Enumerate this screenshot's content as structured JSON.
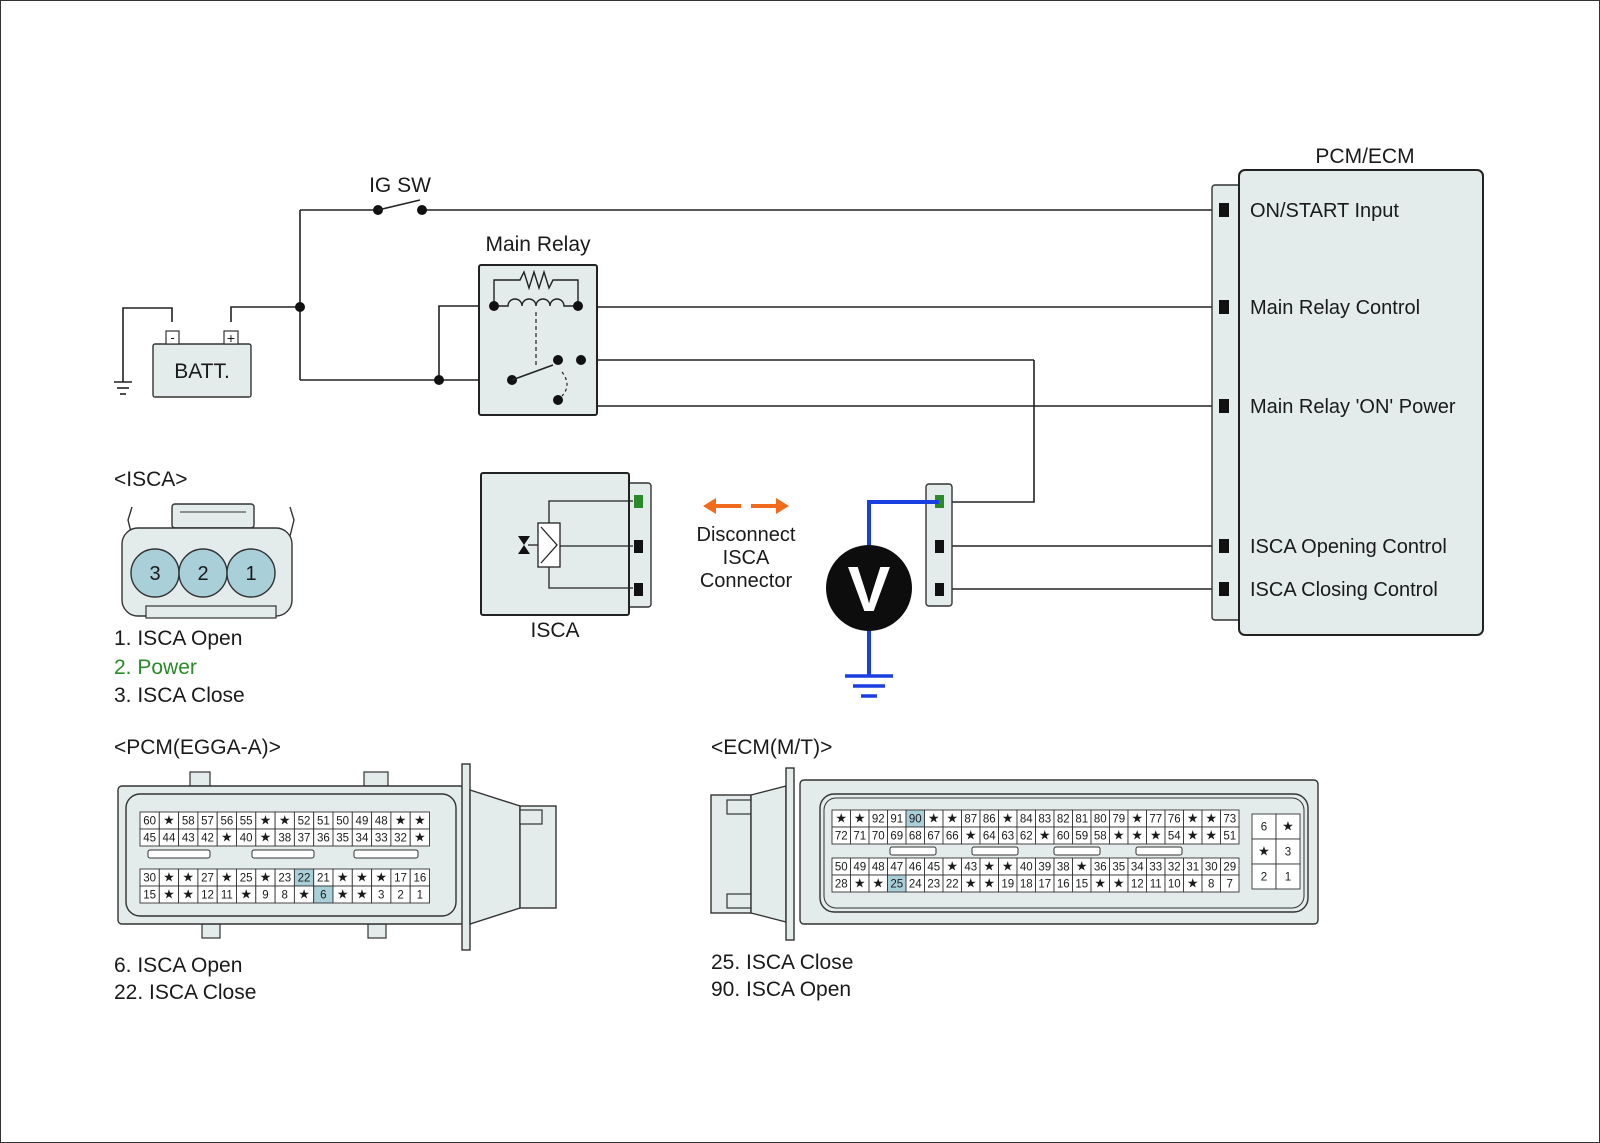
{
  "labels": {
    "ig_sw": "IG SW",
    "main_relay": "Main Relay",
    "batt": "BATT.",
    "batt_minus": "-",
    "batt_plus": "+",
    "pcm_ecm": "PCM/ECM",
    "isca_unit": "ISCA",
    "voltmeter": "V",
    "disconnect_line1": "Disconnect",
    "disconnect_line2": "ISCA",
    "disconnect_line3": "Connector"
  },
  "ecm_pins": [
    "ON/START Input",
    "Main Relay Control",
    "Main Relay 'ON' Power",
    "ISCA Opening Control",
    "ISCA Closing Control"
  ],
  "isca_connector": {
    "title": "<ISCA>",
    "pins": [
      "3",
      "2",
      "1"
    ],
    "legend": [
      "1. ISCA Open",
      "2. Power",
      "3. ISCA Close"
    ]
  },
  "pcm_connector": {
    "title": "<PCM(EGGA-A)>",
    "top_rows": [
      [
        "60",
        "★",
        "58",
        "57",
        "56",
        "55",
        "★",
        "★",
        "52",
        "51",
        "50",
        "49",
        "48",
        "★",
        "★"
      ],
      [
        "45",
        "44",
        "43",
        "42",
        "★",
        "40",
        "★",
        "38",
        "37",
        "36",
        "35",
        "34",
        "33",
        "32",
        "★"
      ]
    ],
    "bottom_rows": [
      [
        "30",
        "★",
        "★",
        "27",
        "★",
        "25",
        "★",
        "23",
        "22",
        "21",
        "★",
        "★",
        "★",
        "17",
        "16"
      ],
      [
        "15",
        "★",
        "★",
        "12",
        "11",
        "★",
        "9",
        "8",
        "★",
        "6",
        "★",
        "★",
        "3",
        "2",
        "1"
      ]
    ],
    "highlight": [
      "22",
      "6"
    ],
    "legend": [
      "6. ISCA Open",
      "22. ISCA Close"
    ]
  },
  "ecm_connector": {
    "title": "<ECM(M/T)>",
    "top_rows": [
      [
        "★",
        "★",
        "92",
        "91",
        "90",
        "★",
        "★",
        "87",
        "86",
        "★",
        "84",
        "83",
        "82",
        "81",
        "80",
        "79",
        "★",
        "77",
        "76",
        "★",
        "★",
        "73"
      ],
      [
        "72",
        "71",
        "70",
        "69",
        "68",
        "67",
        "66",
        "★",
        "64",
        "63",
        "62",
        "★",
        "60",
        "59",
        "58",
        "★",
        "★",
        "★",
        "54",
        "★",
        "★",
        "51"
      ]
    ],
    "bottom_rows": [
      [
        "50",
        "49",
        "48",
        "47",
        "46",
        "45",
        "★",
        "43",
        "★",
        "★",
        "40",
        "39",
        "38",
        "★",
        "36",
        "35",
        "34",
        "33",
        "32",
        "31",
        "30",
        "29"
      ],
      [
        "28",
        "★",
        "★",
        "25",
        "24",
        "23",
        "22",
        "★",
        "★",
        "19",
        "18",
        "17",
        "16",
        "15",
        "★",
        "★",
        "12",
        "11",
        "10",
        "★",
        "8",
        "7"
      ]
    ],
    "small_rows": [
      [
        "6",
        "★"
      ],
      [
        "★",
        "3"
      ],
      [
        "2",
        "1"
      ]
    ],
    "highlight": [
      "90",
      "25"
    ],
    "legend": [
      "25. ISCA Close",
      "90. ISCA Open"
    ]
  },
  "colors": {
    "box_fill": "#e3ebeb",
    "pin_fill": "#a9cfd9",
    "highlight": "#a9cfd9",
    "power": "#2a8a2a",
    "arrow": "#f26a1b",
    "probe": "#1a3fe0"
  }
}
